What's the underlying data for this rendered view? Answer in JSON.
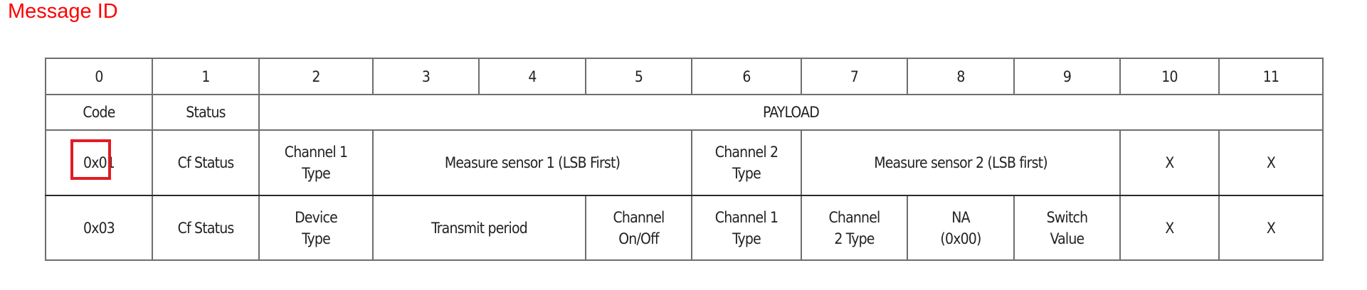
{
  "title": "Message ID",
  "colors": {
    "title": "#ff0000",
    "highlight_box": "#e31b23",
    "border": "#6e6e6e",
    "text": "#222222"
  },
  "table": {
    "byte_indices": [
      "0",
      "1",
      "2",
      "3",
      "4",
      "5",
      "6",
      "7",
      "8",
      "9",
      "10",
      "11"
    ],
    "labels": {
      "code": "Code",
      "status": "Status",
      "payload": "PAYLOAD"
    },
    "rows": [
      {
        "code": "0x01",
        "status": "Cf Status",
        "cells": [
          {
            "bytes": "2",
            "line1": "Channel 1",
            "line2": "Type"
          },
          {
            "bytes": "3-5",
            "line1": "Measure sensor 1 (LSB First)",
            "line2": ""
          },
          {
            "bytes": "6",
            "line1": "Channel 2",
            "line2": "Type"
          },
          {
            "bytes": "7-9",
            "line1": "Measure sensor 2 (LSB first)",
            "line2": ""
          },
          {
            "bytes": "10",
            "line1": "X",
            "line2": ""
          },
          {
            "bytes": "11",
            "line1": "X",
            "line2": ""
          }
        ]
      },
      {
        "code": "0x03",
        "status": "Cf Status",
        "cells": [
          {
            "bytes": "2",
            "line1": "Device",
            "line2": "Type"
          },
          {
            "bytes": "3-4",
            "line1": "Transmit period",
            "line2": ""
          },
          {
            "bytes": "5",
            "line1": "Channel",
            "line2": "On/Off"
          },
          {
            "bytes": "6",
            "line1": "Channel 1",
            "line2": "Type"
          },
          {
            "bytes": "7",
            "line1": "Channel",
            "line2": "2 Type"
          },
          {
            "bytes": "8",
            "line1": "NA",
            "line2": "(0x00)"
          },
          {
            "bytes": "9",
            "line1": "Switch",
            "line2": "Value"
          },
          {
            "bytes": "10",
            "line1": "X",
            "line2": ""
          },
          {
            "bytes": "11",
            "line1": "X",
            "line2": ""
          }
        ]
      }
    ]
  },
  "annotation": {
    "highlighted_cell": "0x01",
    "highlight_shape": "red-rectangle"
  }
}
